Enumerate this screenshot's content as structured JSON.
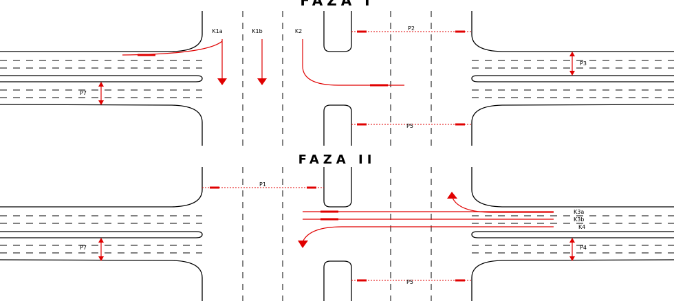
{
  "phases": [
    {
      "title": "FAZA I",
      "flows": [
        "K1a",
        "K1b",
        "K2"
      ],
      "crossings": [
        "P2",
        "P3",
        "P7",
        "P5"
      ]
    },
    {
      "title": "FAZA II",
      "flows": [
        "K3a",
        "K3b",
        "K4"
      ],
      "crossings": [
        "P1",
        "P7",
        "P4",
        "P5"
      ]
    }
  ],
  "colors": {
    "road": "#000000",
    "movement": "#e00000"
  }
}
